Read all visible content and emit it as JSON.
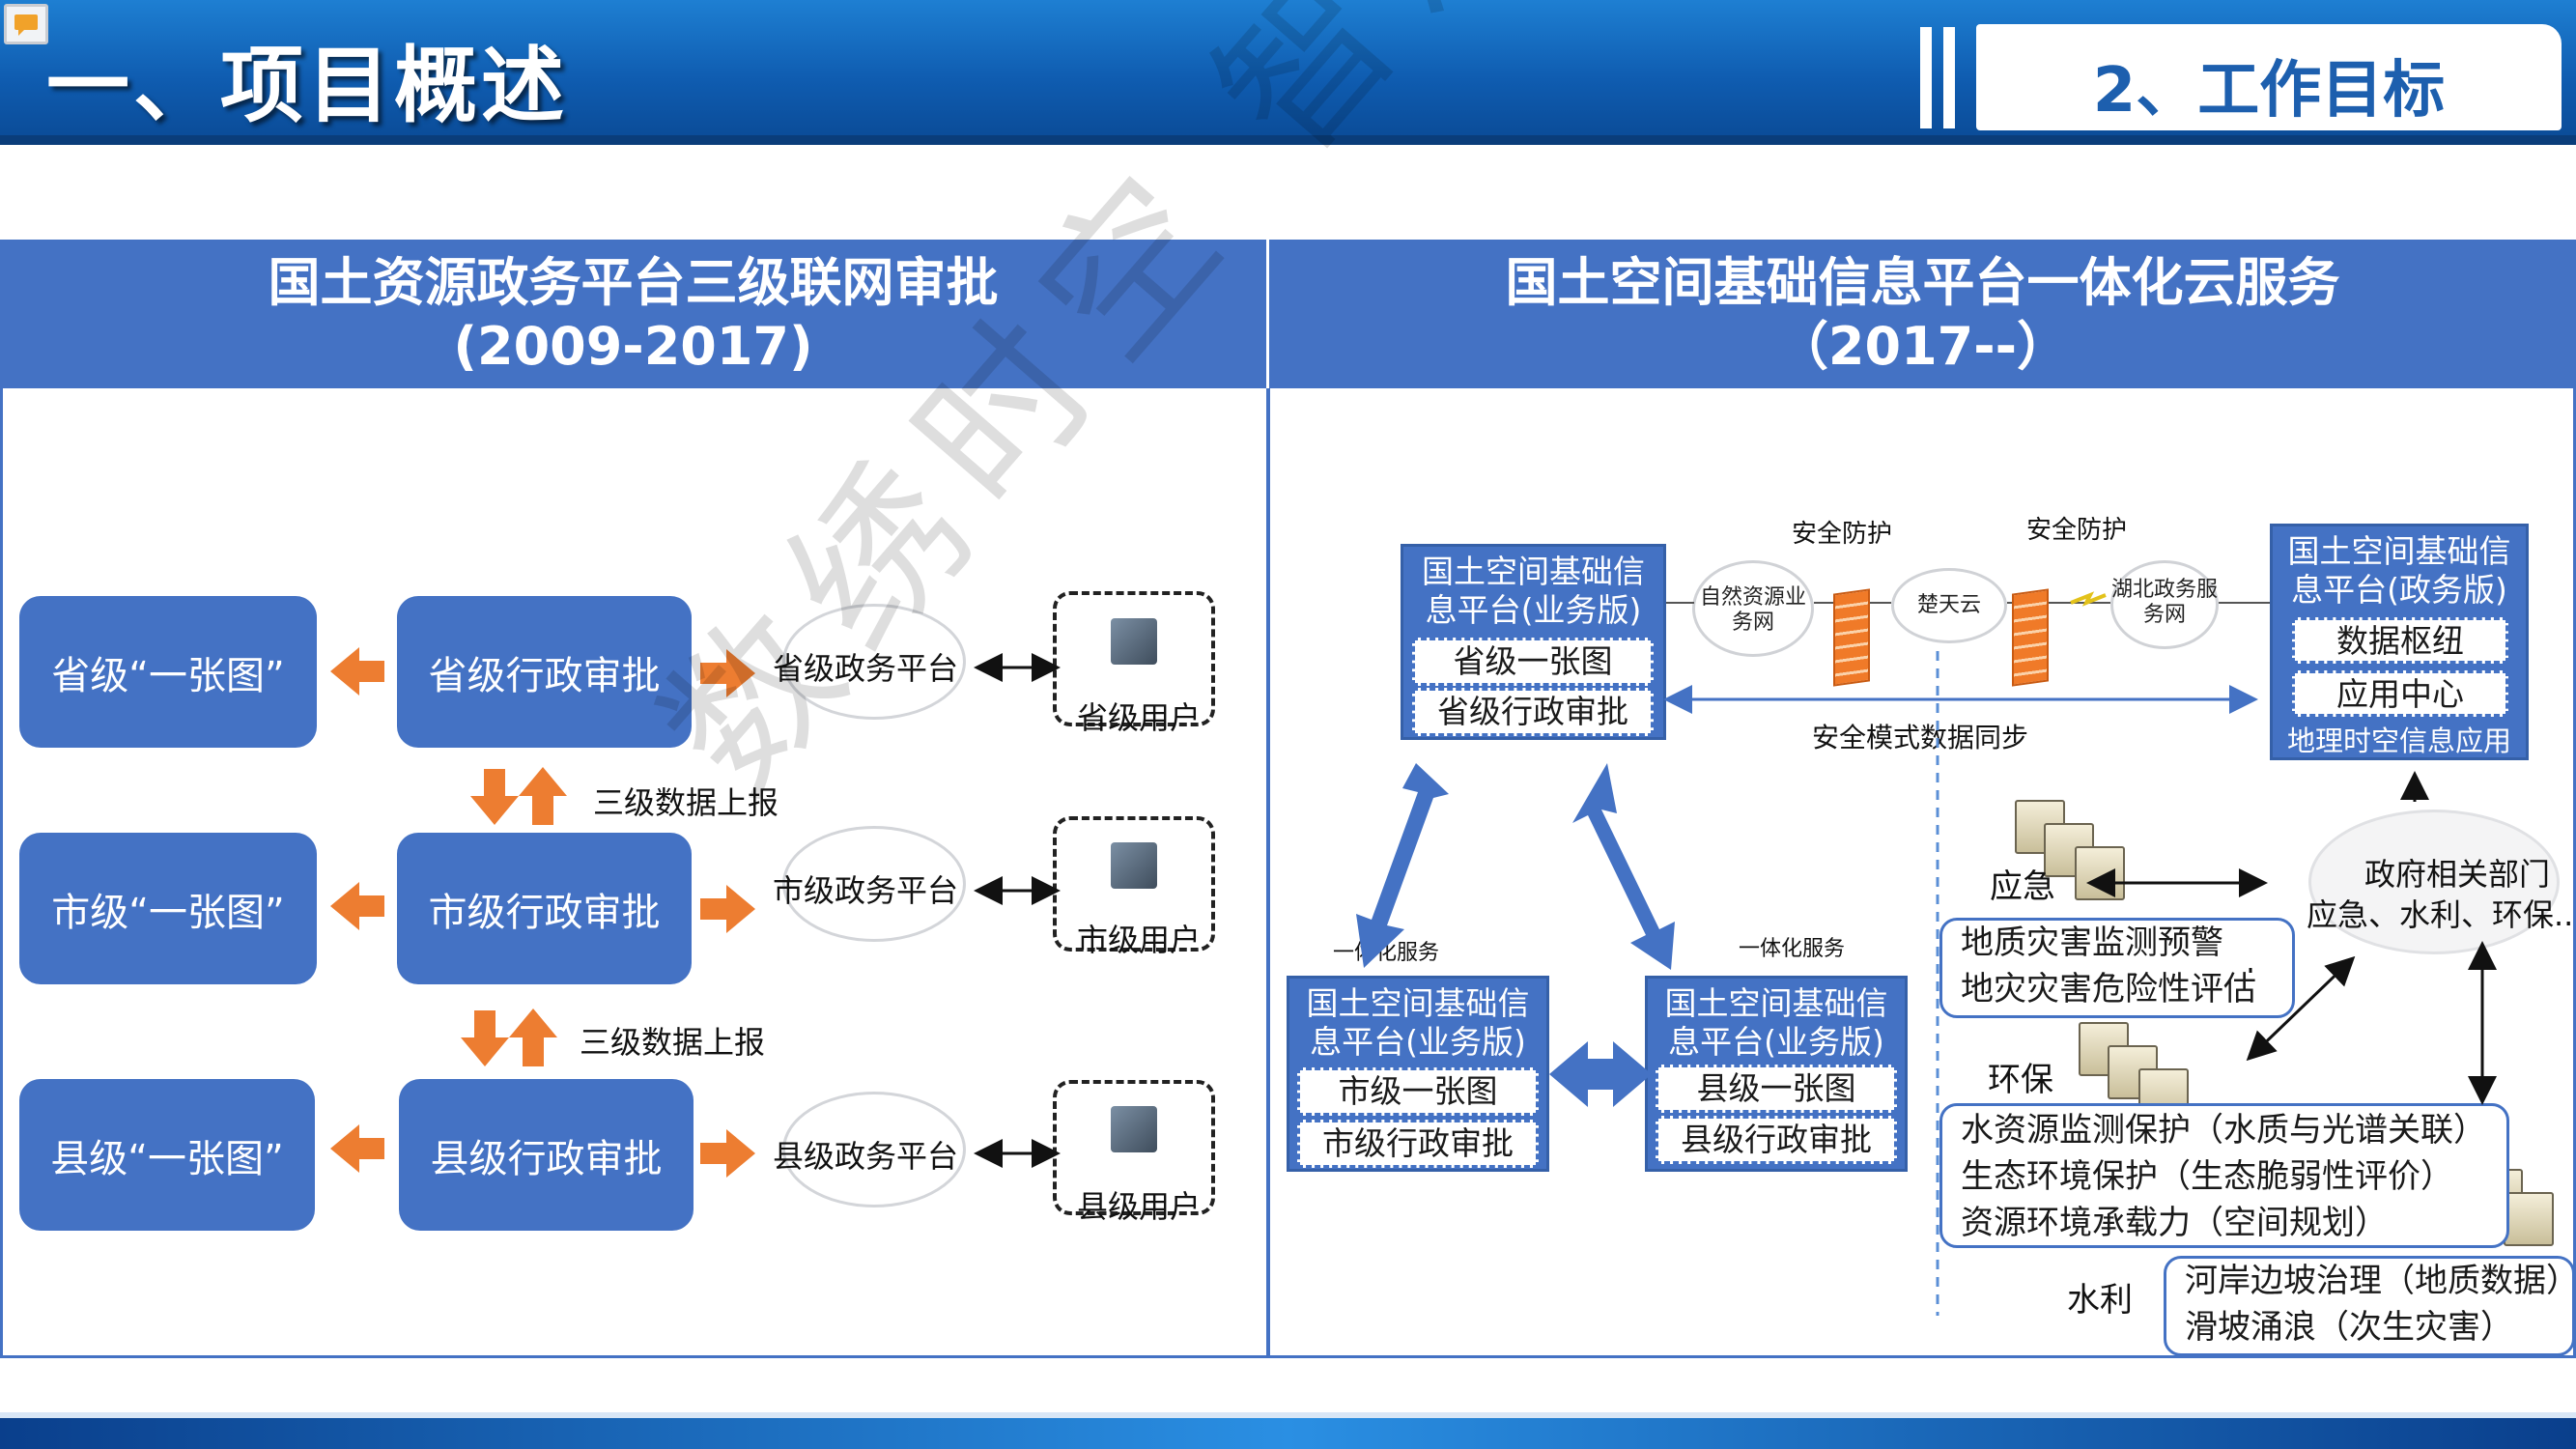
{
  "header": {
    "title": "一、项目概述",
    "section_tag": "2、工作目标"
  },
  "left_panel": {
    "title_line1": "国土资源政务平台三级联网审批",
    "title_line2": "(2009-2017)",
    "rows": [
      {
        "map": "省级“一张图”",
        "approval": "省级行政审批",
        "platform": "省级政务平台",
        "user": "省级用户"
      },
      {
        "map": "市级“一张图”",
        "approval": "市级行政审批",
        "platform": "市级政务平台",
        "user": "市级用户"
      },
      {
        "map": "县级“一张图”",
        "approval": "县级行政审批",
        "platform": "县级政务平台",
        "user": "县级用户"
      }
    ],
    "report_labels": [
      "三级数据上报",
      "三级数据上报"
    ]
  },
  "right_panel": {
    "title_line1": "国土空间基础信息平台一体化云服务",
    "title_line2": "（2017--）",
    "province_box": {
      "title": "国土空间基础信息平台(业务版)",
      "items": [
        "省级一张图",
        "省级行政审批"
      ]
    },
    "gov_box": {
      "title": "国土空间基础信息平台(政务版)",
      "items": [
        "数据枢纽",
        "应用中心"
      ],
      "footer": "地理时空信息应用"
    },
    "city_box": {
      "title": "国土空间基础信息平台(业务版)",
      "items": [
        "市级一张图",
        "市级行政审批"
      ]
    },
    "county_box": {
      "title": "国土空间基础信息平台(业务版)",
      "items": [
        "县级一张图",
        "县级行政审批"
      ]
    },
    "security_labels": [
      "安全防护",
      "安全防护"
    ],
    "clouds": [
      "自然资源业务网",
      "楚天云",
      "湖北政务服务网"
    ],
    "sync_label": "安全模式数据同步",
    "integrated_labels": [
      "一体化服务",
      "一体化服务"
    ],
    "gov_depts_cloud": [
      "政府相关部门",
      "应急、水利、环保..."
    ],
    "emergency": {
      "label": "应急",
      "lines": [
        "地质灾害监测预警",
        "地灾灾害危险性评估"
      ]
    },
    "env": {
      "label": "环保",
      "lines": [
        "水资源监测保护（水质与光谱关联）",
        "生态环境保护（生态脆弱性评价）",
        "资源环境承载力（空间规划）"
      ]
    },
    "water": {
      "label": "水利",
      "lines": [
        "河岸边坡治理（地质数据）",
        "滑坡涌浪（次生灾害）"
      ]
    }
  },
  "watermark": "数绣时空 智治图"
}
